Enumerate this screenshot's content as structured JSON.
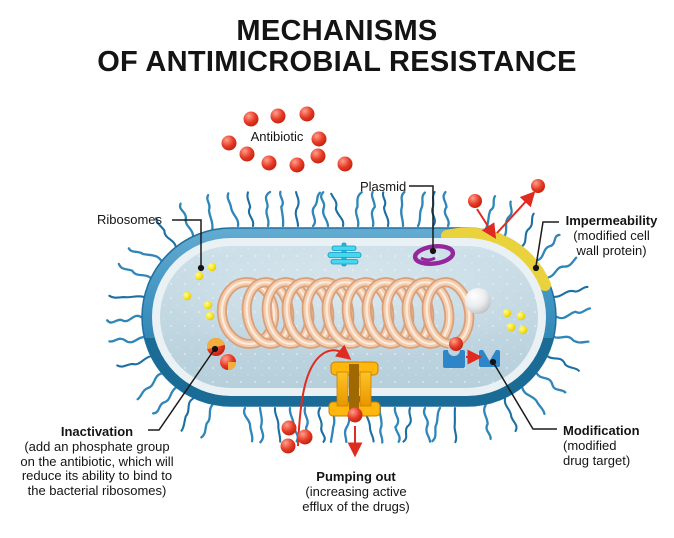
{
  "title": {
    "line1": "MECHANISMS",
    "line2": "OF ANTIMICROBIAL RESISTANCE"
  },
  "labels": {
    "antibiotic": "Antibiotic",
    "plasmid": "Plasmid",
    "ribosomes": "Ribosomes",
    "impermeability": {
      "heading": "Impermeability",
      "lines": [
        "(modified cell",
        "wall protein)"
      ]
    },
    "inactivation": {
      "heading": "Inactivation",
      "lines": [
        "(add an phosphate group",
        "on the antibiotic, which will",
        "reduce its ability to bind to",
        "the bacterial ribosomes)"
      ]
    },
    "pumping_out": {
      "heading": "Pumping out",
      "lines": [
        "(increasing active",
        "efflux of the drugs)"
      ]
    },
    "modification": {
      "heading": "Modification",
      "lines": [
        "(modified",
        "drug target)"
      ]
    }
  },
  "icons": {
    "cell": "bacterium-capsule-icon",
    "flagella": "flagella-icon",
    "dna": "dna-coil-icon",
    "plasmid": "plasmid-ring-icon",
    "ribosome": "ribosome-dot-icon",
    "antibiotic": "antibiotic-dot-icon",
    "pump": "efflux-pump-icon",
    "target": "drug-target-icon",
    "band": "impermeability-band-icon",
    "granule": "white-granule-icon",
    "stack": "cyan-stack-icon",
    "inactivated": "inactivated-antibiotic-icon"
  },
  "colors": {
    "antibiotic_red": "#E0301E",
    "membrane_blue": "#3E92BF",
    "membrane_dark": "#1A6B96",
    "cytoplasm": "#C4D8E2",
    "impermeability_band": "#E9D23B",
    "dna_coil": "#F3CBAB",
    "plasmid_purple": "#93279B",
    "pump_yellow": "#F5A800",
    "drug_target_blue": "#2E86C8",
    "ribosome_yellow": "#F4E11A",
    "flagella_blue": "#2F86B8",
    "label_text": "#141414"
  }
}
